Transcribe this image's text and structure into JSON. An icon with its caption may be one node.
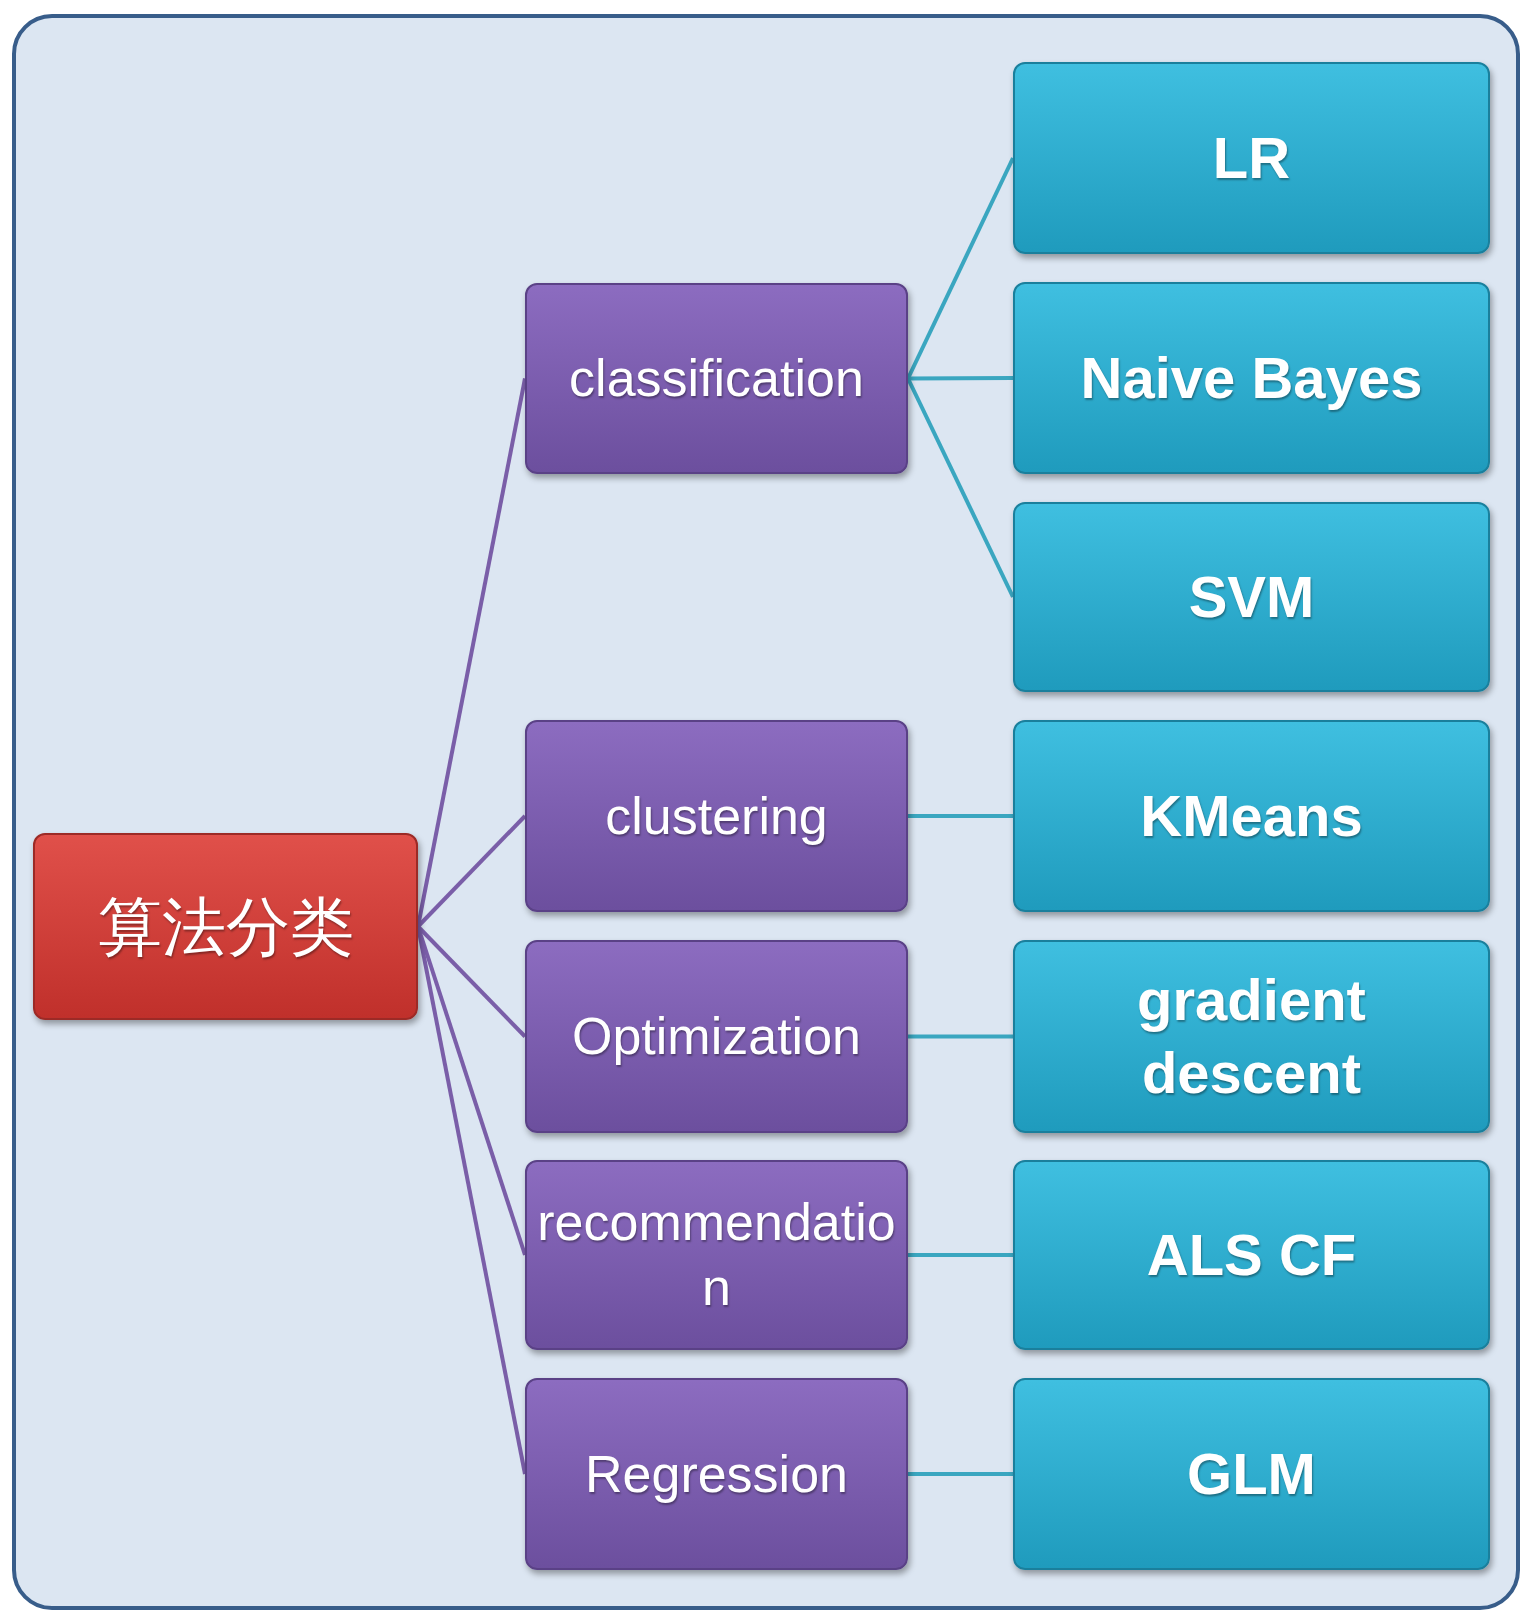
{
  "diagram": {
    "nodes": [
      {
        "text": [
          "算法分类"
        ]
      },
      {
        "text": [
          "classification"
        ]
      },
      {
        "text": [
          "clustering"
        ]
      },
      {
        "text": [
          "Optimization"
        ]
      },
      {
        "text": [
          "recommendation"
        ]
      },
      {
        "text": [
          "Regression"
        ]
      },
      {
        "text": [
          "LR"
        ]
      },
      {
        "text": [
          "Naive Bayes"
        ]
      },
      {
        "text": [
          "SVM"
        ]
      },
      {
        "text": [
          "KMeans"
        ]
      },
      {
        "text": [
          "gradient descent"
        ]
      },
      {
        "text": [
          "ALS CF"
        ]
      },
      {
        "text": [
          "GLM"
        ]
      }
    ],
    "edges": [
      {
        "from": 0,
        "to": 1,
        "arrow": "none",
        "color": "#7a5ea8"
      },
      {
        "from": 0,
        "to": 2,
        "arrow": "none",
        "color": "#7a5ea8"
      },
      {
        "from": 0,
        "to": 3,
        "arrow": "none",
        "color": "#7a5ea8"
      },
      {
        "from": 0,
        "to": 4,
        "arrow": "none",
        "color": "#7a5ea8"
      },
      {
        "from": 0,
        "to": 5,
        "arrow": "none",
        "color": "#7a5ea8"
      },
      {
        "from": 1,
        "to": 6,
        "arrow": "none"
      },
      {
        "from": 1,
        "to": 7,
        "arrow": "none"
      },
      {
        "from": 1,
        "to": 8,
        "arrow": "none"
      },
      {
        "from": 2,
        "to": 9,
        "arrow": "none"
      },
      {
        "from": 3,
        "to": 10,
        "arrow": "none"
      },
      {
        "from": 4,
        "to": 11,
        "arrow": "none"
      },
      {
        "from": 5,
        "to": 12,
        "arrow": "none"
      }
    ]
  }
}
